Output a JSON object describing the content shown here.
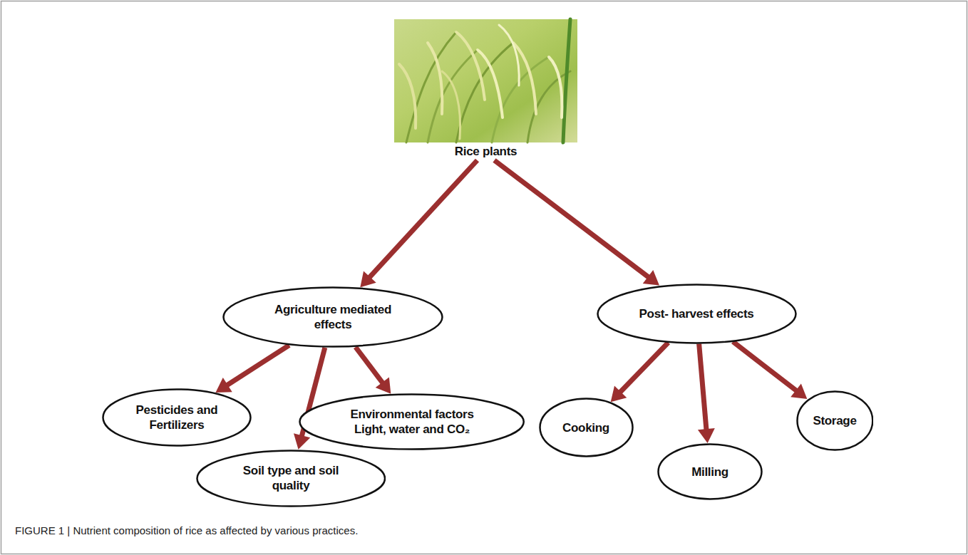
{
  "diagram": {
    "caption": "FIGURE 1 | Nutrient composition of rice as affected by various practices.",
    "nodes": [
      {
        "text": [
          "Rice plants"
        ]
      },
      {
        "text": [
          "Agriculture mediated effects"
        ]
      },
      {
        "text": [
          "Post- harvest effects"
        ]
      },
      {
        "text": [
          "Pesticides and Fertilizers"
        ]
      },
      {
        "text": [
          "Soil type and soil quality"
        ]
      },
      {
        "text": [
          "Environmental factors Light, water and CO₂"
        ]
      },
      {
        "text": [
          "Cooking"
        ]
      },
      {
        "text": [
          "Milling"
        ]
      },
      {
        "text": [
          "Storage"
        ]
      }
    ],
    "edges": [
      {
        "from": 0,
        "to": 1,
        "arrow": "to"
      },
      {
        "from": 0,
        "to": 2,
        "arrow": "to"
      },
      {
        "from": 1,
        "to": 3,
        "arrow": "to"
      },
      {
        "from": 1,
        "to": 4,
        "arrow": "to"
      },
      {
        "from": 1,
        "to": 5,
        "arrow": "to"
      },
      {
        "from": 2,
        "to": 6,
        "arrow": "to"
      },
      {
        "from": 2,
        "to": 7,
        "arrow": "to"
      },
      {
        "from": 2,
        "to": 8,
        "arrow": "to"
      }
    ]
  }
}
